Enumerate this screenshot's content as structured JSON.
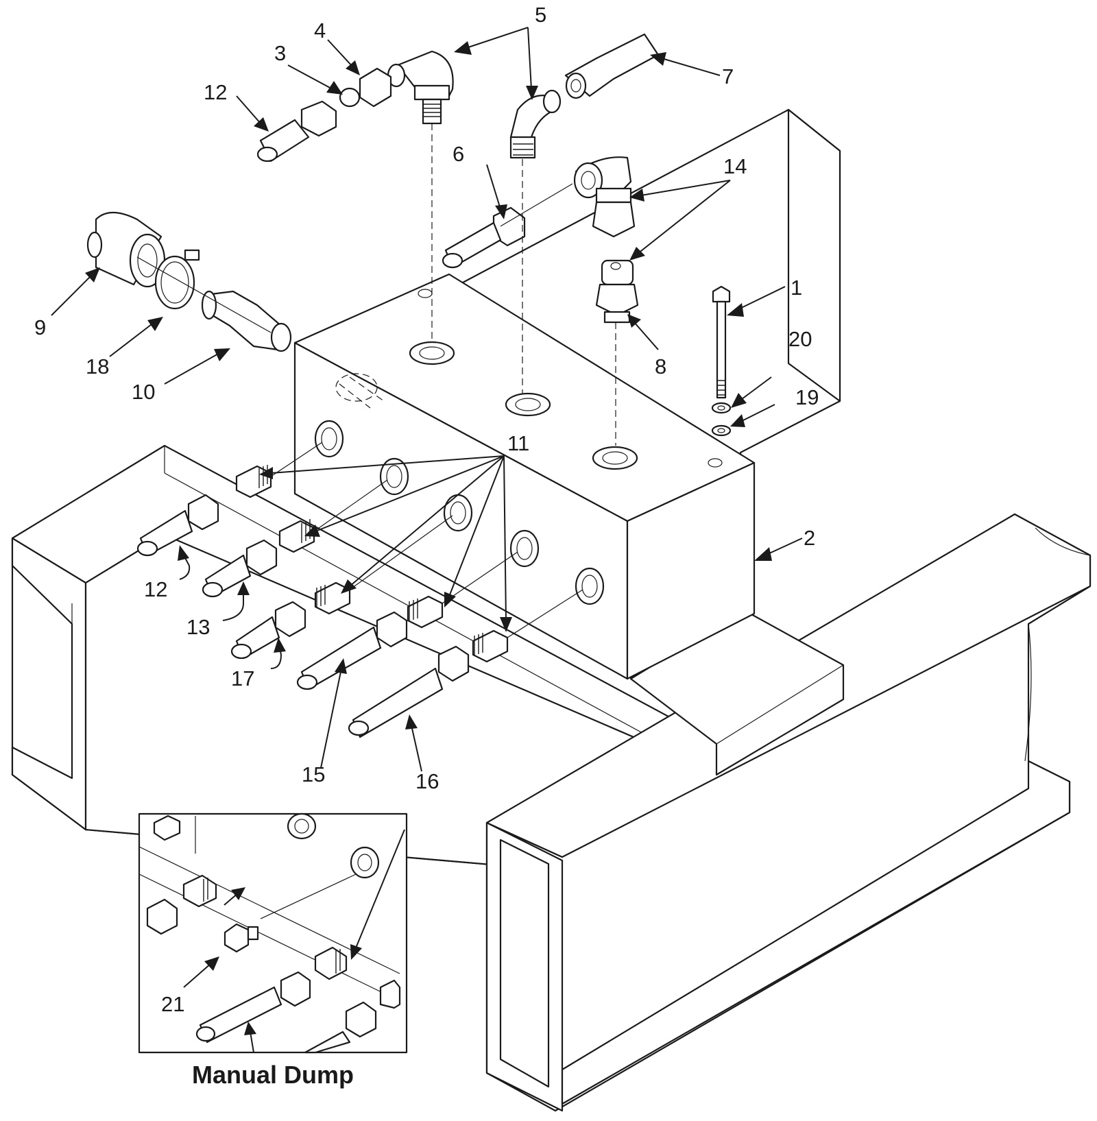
{
  "callouts": {
    "c1": "1",
    "c2": "2",
    "c3": "3",
    "c4": "4",
    "c5": "5",
    "c6": "6",
    "c7": "7",
    "c8": "8",
    "c9": "9",
    "c10": "10",
    "c11": "11",
    "c12a": "12",
    "c12b": "12",
    "c13": "13",
    "c14": "14",
    "c15": "15",
    "c16": "16",
    "c17": "17",
    "c18": "18",
    "c19": "19",
    "c20": "20",
    "c21": "21"
  },
  "inset": {
    "title": "Manual Dump"
  }
}
